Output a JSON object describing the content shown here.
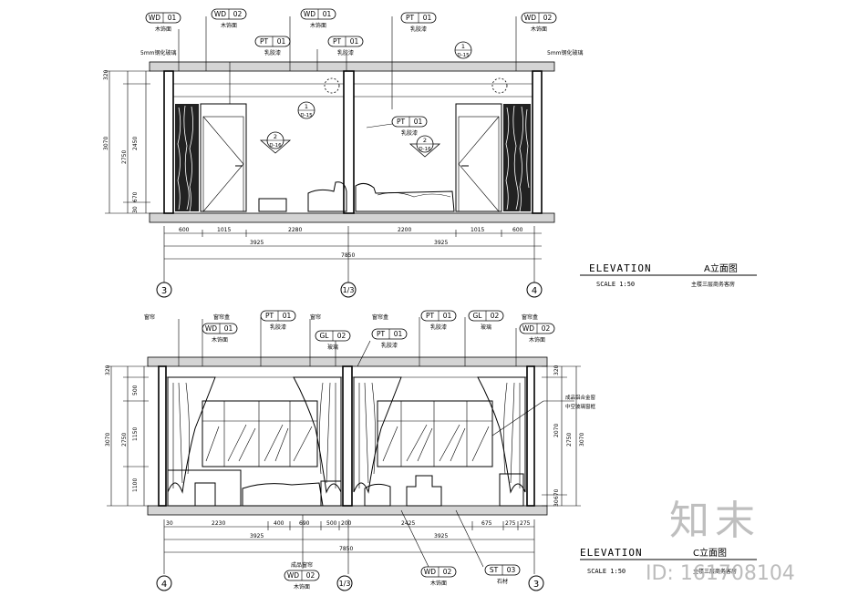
{
  "elevation_a": {
    "tags": [
      {
        "code": "WD",
        "num": "01",
        "note": "木饰面"
      },
      {
        "code": "WD",
        "num": "02",
        "note": "木饰面"
      },
      {
        "code": "WD",
        "num": "01",
        "note": "木饰面"
      },
      {
        "code": "PT",
        "num": "01",
        "note": "乳胶漆"
      },
      {
        "code": "WD",
        "num": "02",
        "note": "木饰面"
      },
      {
        "code": "PT",
        "num": "01",
        "note": "乳胶漆"
      },
      {
        "code": "PT",
        "num": "01",
        "note": "乳胶漆"
      },
      {
        "code": "PT",
        "num": "01",
        "note": "乳胶漆"
      }
    ],
    "left_note": "5mm钢化玻璃",
    "right_note": "5mm钢化玻璃",
    "detail_refs": [
      {
        "num": "1",
        "ref": "D-15"
      },
      {
        "num": "1",
        "ref": "D-15"
      },
      {
        "num": "2",
        "ref": "D-16"
      },
      {
        "num": "2",
        "ref": "D-16"
      }
    ],
    "height_dims": [
      "320",
      "2450",
      "2750",
      "3070",
      "670",
      "30"
    ],
    "bottom_dims_row1": [
      "600",
      "1015",
      "2280",
      "2200",
      "1015",
      "600"
    ],
    "bottom_dims_row2": [
      "3925",
      "3925"
    ],
    "bottom_dims_row3": [
      "7850"
    ],
    "grid_labels": [
      "3",
      "1/3",
      "4"
    ],
    "title": "ELEVATION",
    "title_cn": "A立面图",
    "scale": "SCALE   1:50",
    "subtitle": "主楼三层商务客房"
  },
  "elevation_c": {
    "top_notes": [
      "窗帘",
      "窗帘盒",
      "窗帘",
      "窗帘盒",
      "窗帘盒"
    ],
    "tags": [
      {
        "code": "WD",
        "num": "01",
        "note": "木饰面"
      },
      {
        "code": "PT",
        "num": "01",
        "note": "乳胶漆"
      },
      {
        "code": "GL",
        "num": "02",
        "note": "玻璃"
      },
      {
        "code": "PT",
        "num": "01",
        "note": "乳胶漆"
      },
      {
        "code": "PT",
        "num": "01",
        "note": "乳胶漆"
      },
      {
        "code": "GL",
        "num": "02",
        "note": "玻璃"
      },
      {
        "code": "WD",
        "num": "02",
        "note": "木饰面"
      }
    ],
    "side_note_1": "成品铝合金窗",
    "side_note_2": "中空玻璃窗框",
    "height_dims_left": [
      "320",
      "500",
      "2750",
      "1150",
      "3070",
      "1100"
    ],
    "height_dims_right": [
      "320",
      "2070",
      "2750",
      "3070",
      "670",
      "30"
    ],
    "bottom_dims_row1": [
      "30",
      "2230",
      "400",
      "690",
      "500",
      "200",
      "2425",
      "675",
      "275",
      "275"
    ],
    "bottom_dims_row2": [
      "3925",
      "3925"
    ],
    "bottom_dims_row3": [
      "7850"
    ],
    "bottom_tags": [
      {
        "code": "WD",
        "num": "02",
        "note": "木饰面",
        "above": "成品窗帘"
      },
      {
        "code": "WD",
        "num": "02",
        "note": "木饰面"
      },
      {
        "code": "ST",
        "num": "03",
        "note": "石材"
      }
    ],
    "grid_labels": [
      "4",
      "1/3",
      "3"
    ],
    "title": "ELEVATION",
    "title_cn": "C立面图",
    "scale": "SCALE   1:50",
    "subtitle": "主楼三层商务客房"
  },
  "watermark": {
    "logo": "知末",
    "id_text": "ID: 161708104"
  }
}
